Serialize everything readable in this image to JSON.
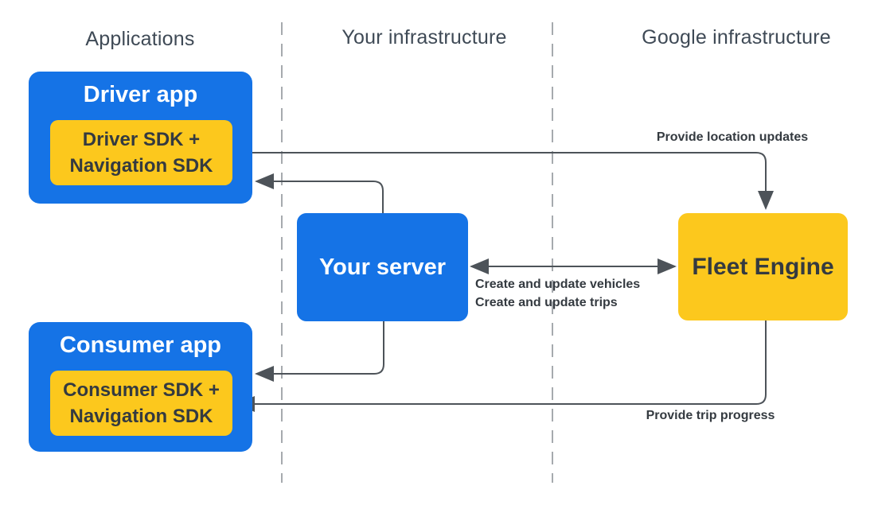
{
  "diagram": {
    "columns": [
      {
        "label": "Applications"
      },
      {
        "label": "Your infrastructure"
      },
      {
        "label": "Google infrastructure"
      }
    ],
    "nodes": {
      "driver_app": {
        "title": "Driver app",
        "sdk_line1": "Driver SDK +",
        "sdk_line2": "Navigation SDK"
      },
      "consumer_app": {
        "title": "Consumer app",
        "sdk_line1": "Consumer SDK +",
        "sdk_line2": "Navigation SDK"
      },
      "your_server": {
        "title": "Your server"
      },
      "fleet_engine": {
        "title": "Fleet Engine"
      }
    },
    "edges": {
      "location_updates": {
        "label": "Provide location updates"
      },
      "server_fleet": {
        "label_line1": "Create and update vehicles",
        "label_line2": "Create and update trips"
      },
      "trip_progress": {
        "label": "Provide trip progress"
      }
    }
  },
  "colors": {
    "blue": "#1573E6",
    "yellow": "#FCC81D",
    "dark_text": "#343A40",
    "header_text": "#3F4A56",
    "line": "#4D5359",
    "dash": "#A6AAAE",
    "white_text": "#FFFFFF",
    "bg": "#FFFFFF"
  }
}
